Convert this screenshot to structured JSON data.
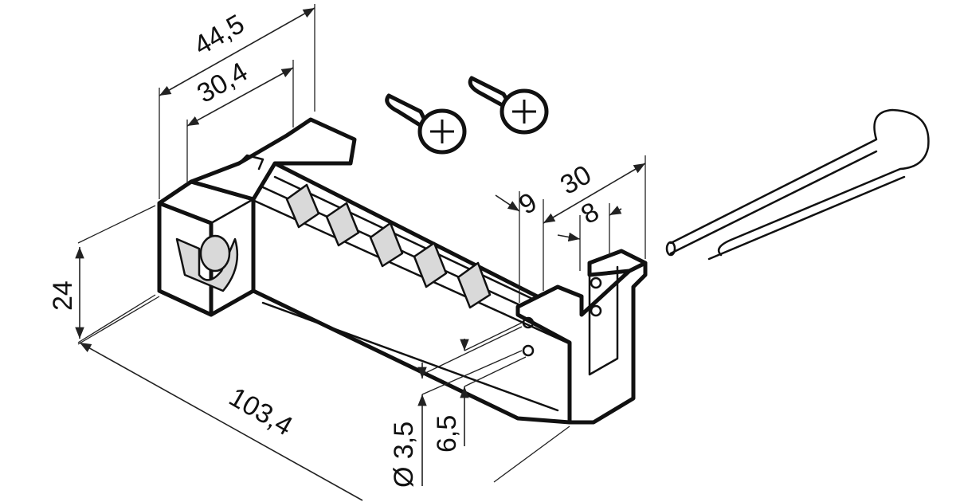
{
  "dimensions": {
    "overall_width": "44,5",
    "inner_width": "30,4",
    "height": "24",
    "length": "103,4",
    "slot_spacing": "9",
    "slot_width": "30",
    "slot_depth": "8",
    "hole_diameter": "Ø 3,5",
    "hole_offset": "6,5"
  }
}
